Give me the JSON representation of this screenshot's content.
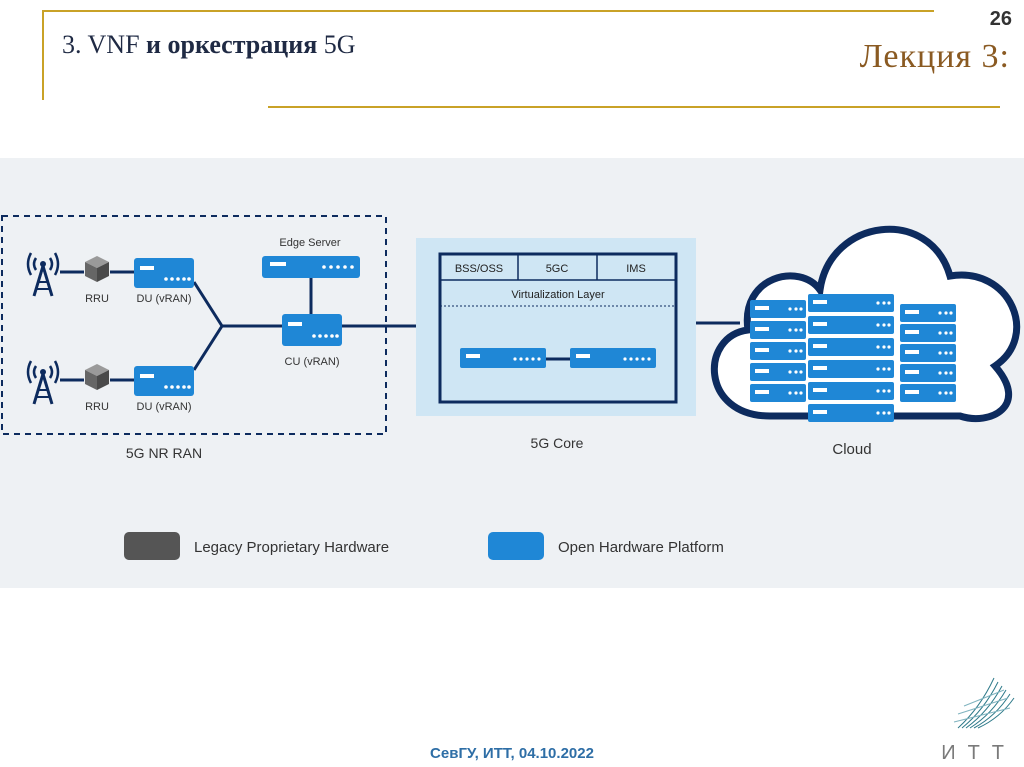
{
  "header": {
    "title_prefix": "3. VNF ",
    "title_bold": "и оркестрация",
    "title_suffix": " 5G",
    "page_number": "26",
    "lecture": "Лекция 3:"
  },
  "diagram": {
    "ran": {
      "label": "5G NR RAN",
      "rru_label": "RRU",
      "du_label": "DU (vRAN)",
      "edge_server_label": "Edge Server",
      "cu_label": "CU (vRAN)"
    },
    "core": {
      "label": "5G Core",
      "functions": [
        "BSS/OSS",
        "5GC",
        "IMS"
      ],
      "virtualization_label": "Virtualization Layer"
    },
    "cloud": {
      "label": "Cloud"
    },
    "legend": [
      {
        "label": "Legacy Proprietary Hardware",
        "color": "#555555"
      },
      {
        "label": "Open Hardware Platform",
        "color": "#1f87d6"
      }
    ],
    "colors": {
      "blue": "#1f87d6",
      "navy": "#0d2b5e",
      "panel": "#eef1f4",
      "core_bg": "#cfe6f4"
    }
  },
  "footer": {
    "text": "СевГУ, ИТТ, 04.10.2022",
    "brand": "ИТТ"
  }
}
